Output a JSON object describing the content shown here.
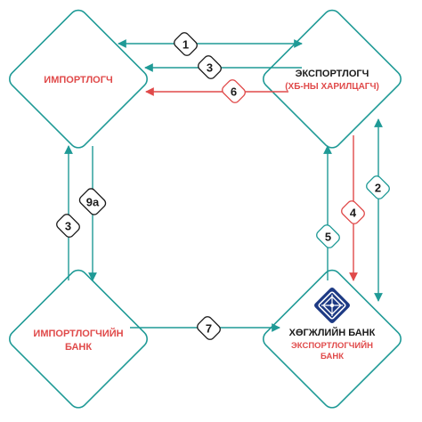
{
  "colors": {
    "teal": "#1f9a96",
    "red": "#e04a4a",
    "dark": "#1a1a1a",
    "navy": "#1d3a84",
    "white": "#ffffff"
  },
  "nodes": {
    "importer": {
      "label": "ИМПОРТЛОГЧ"
    },
    "exporter": {
      "label": "ЭКСПОРТЛОГЧ",
      "sublabel": "(ХБ-НЫ ХАРИЛЦАГЧ)"
    },
    "importer_bank": {
      "label_line1": "ИМПОРТЛОГЧИЙН",
      "label_line2": "БАНК"
    },
    "dev_bank": {
      "label": "ХӨГЖЛИЙН БАНК",
      "sublabel_line1": "ЭКСПОРТЛОГЧИЙН",
      "sublabel_line2": "БАНК",
      "logo_icon": "endless-knot-icon"
    }
  },
  "steps": {
    "s1": "1",
    "s3_top": "3",
    "s6": "6",
    "s2": "2",
    "s4": "4",
    "s5": "5",
    "s9a": "9a",
    "s3_left": "3",
    "s7": "7"
  }
}
